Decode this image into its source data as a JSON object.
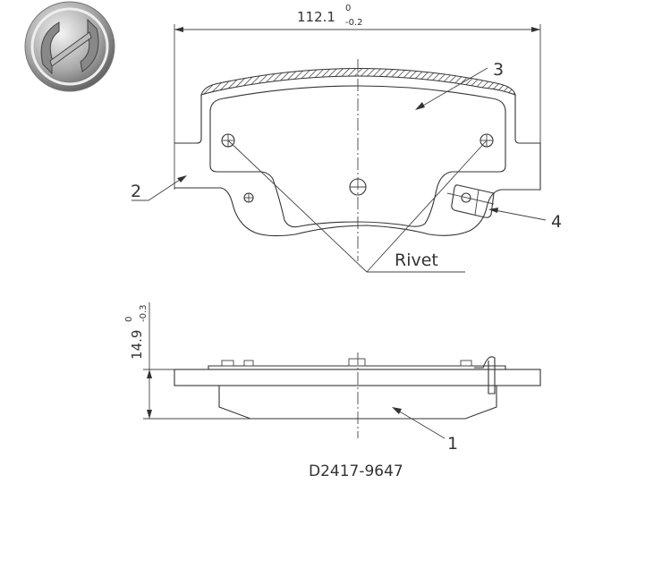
{
  "logo": {
    "letter": "H"
  },
  "dimensions": {
    "width": {
      "value": "112.1",
      "upper": "0",
      "lower": "-0.2"
    },
    "thickness": {
      "value": "14.9",
      "upper": "0",
      "lower": "-0.3"
    }
  },
  "labels": {
    "part1": "1",
    "part2": "2",
    "part3": "3",
    "part4": "4",
    "rivet": "Rivet"
  },
  "part_number": "D2417-9647",
  "colors": {
    "line": "#333333",
    "background": "#ffffff"
  }
}
